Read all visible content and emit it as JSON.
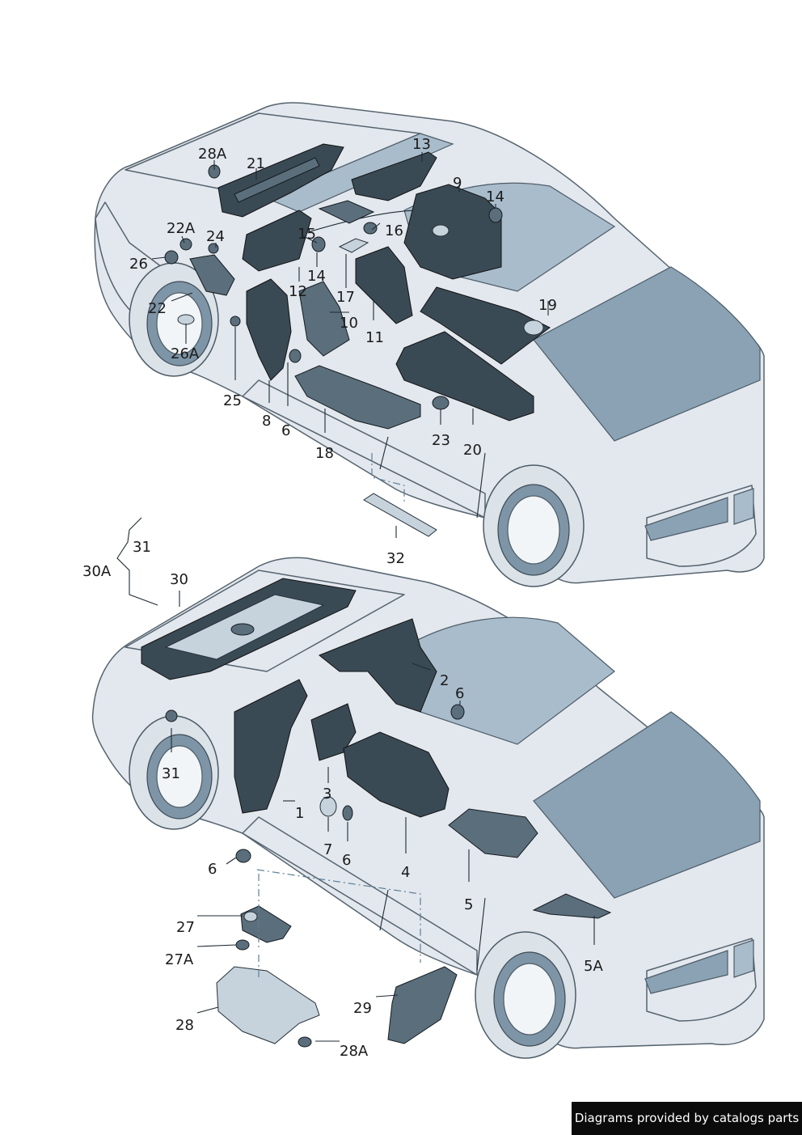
{
  "callouts": [
    {
      "id": "c-28A-top",
      "text": "28A"
    },
    {
      "id": "c-21",
      "text": "21"
    },
    {
      "id": "c-13",
      "text": "13"
    },
    {
      "id": "c-9",
      "text": "9"
    },
    {
      "id": "c-14-right",
      "text": "14"
    },
    {
      "id": "c-22A",
      "text": "22A"
    },
    {
      "id": "c-24",
      "text": "24"
    },
    {
      "id": "c-15",
      "text": "15"
    },
    {
      "id": "c-16",
      "text": "16"
    },
    {
      "id": "c-26",
      "text": "26"
    },
    {
      "id": "c-14-mid",
      "text": "14"
    },
    {
      "id": "c-12",
      "text": "12"
    },
    {
      "id": "c-17",
      "text": "17"
    },
    {
      "id": "c-22",
      "text": "22"
    },
    {
      "id": "c-10",
      "text": "10"
    },
    {
      "id": "c-11",
      "text": "11"
    },
    {
      "id": "c-19",
      "text": "19"
    },
    {
      "id": "c-26A",
      "text": "26A"
    },
    {
      "id": "c-25",
      "text": "25"
    },
    {
      "id": "c-8",
      "text": "8"
    },
    {
      "id": "c-6-top",
      "text": "6"
    },
    {
      "id": "c-23",
      "text": "23"
    },
    {
      "id": "c-20",
      "text": "20"
    },
    {
      "id": "c-18",
      "text": "18"
    },
    {
      "id": "c-32",
      "text": "32"
    },
    {
      "id": "c-31-top",
      "text": "31"
    },
    {
      "id": "c-30A",
      "text": "30A"
    },
    {
      "id": "c-30",
      "text": "30"
    },
    {
      "id": "c-2",
      "text": "2"
    },
    {
      "id": "c-6-right",
      "text": "6"
    },
    {
      "id": "c-31-bottom",
      "text": "31"
    },
    {
      "id": "c-3",
      "text": "3"
    },
    {
      "id": "c-1",
      "text": "1"
    },
    {
      "id": "c-7",
      "text": "7"
    },
    {
      "id": "c-6-mid",
      "text": "6"
    },
    {
      "id": "c-6-left",
      "text": "6"
    },
    {
      "id": "c-4",
      "text": "4"
    },
    {
      "id": "c-5",
      "text": "5"
    },
    {
      "id": "c-27",
      "text": "27"
    },
    {
      "id": "c-27A",
      "text": "27A"
    },
    {
      "id": "c-5A",
      "text": "5A"
    },
    {
      "id": "c-29",
      "text": "29"
    },
    {
      "id": "c-28",
      "text": "28"
    },
    {
      "id": "c-28A-bottom",
      "text": "28A"
    }
  ],
  "footer": {
    "text": "Diagrams provided by catalogs parts"
  },
  "colors": {
    "body": "#e3e8ee",
    "glass": "#8aa2b4",
    "part": "#3a4a55",
    "outline": "#56646f"
  }
}
